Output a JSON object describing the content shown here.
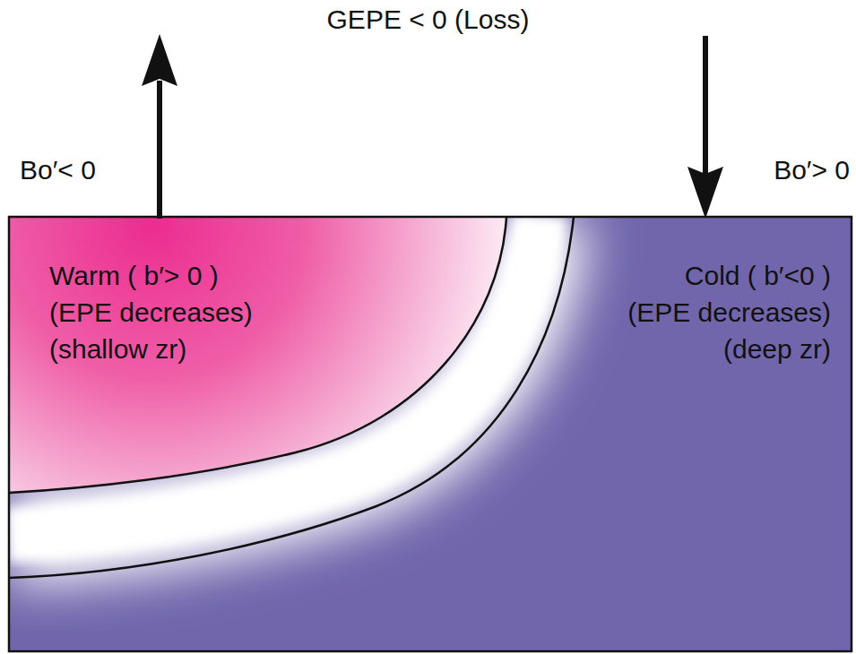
{
  "diagram": {
    "title": "GEPE < 0 (Loss)",
    "labels": [
      "Bo′< 0",
      "Bo′> 0",
      "Warm ( b′> 0 )",
      "(EPE decreases)",
      "(shallow zr)",
      "Cold ( b′<0 )",
      "(EPE decreases)",
      "(deep zr)"
    ]
  }
}
